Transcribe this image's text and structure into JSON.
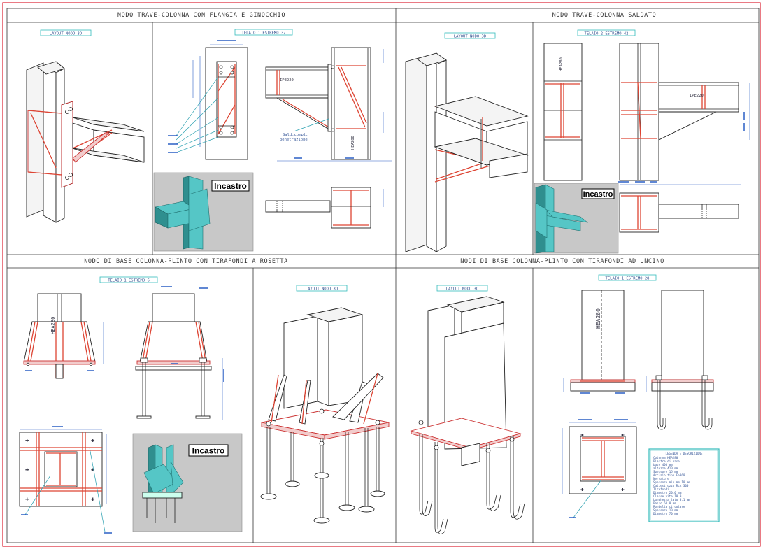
{
  "sections": {
    "s1": "NODO TRAVE-COLONNA CON FLANGIA E GINOCCHIO",
    "s2": "NODO TRAVE-COLONNA SALDATO",
    "s3": "NODO DI BASE COLONNA-PLINTO CON TIRAFONDI A ROSETTA",
    "s4": "NODI DI BASE COLONNA-PLINTO CON TIRAFONDI AD UNCINO"
  },
  "panels": {
    "layout_3d": "LAYOUT NODO 3D",
    "telaio_37": "TELAIO 1 ESTREMO 37",
    "telaio_42": "TELAIO 2 ESTREMO 42",
    "telaio_6": "TELAIO 1 ESTREMO 6",
    "telaio_28": "TELAIO 1 ESTREMO 28"
  },
  "labels": {
    "ipe220": "IPE220",
    "hea280": "HEA280",
    "hea280_vert": "HEA280",
    "weld_note_1": "Sald.compl.",
    "weld_note_2": "penetrazione",
    "incastro": "Incastro"
  },
  "notes_box": [
    "LEGENDA E DESCRIZIONE",
    "Colonna HEA280",
    "Piastra di base",
    "  base 400 mm",
    "  altezza 410 mm",
    "  Spessore 15 mm",
    "  Acciaio tipo Fe360",
    "Nervature",
    "  Spessore min.mm 10 mm",
    "Calcestruzzo Rck 300",
    "Tirafondi",
    "  Diametro 20.0 mm",
    "  Classe vite 10.9",
    "  Lunghezza lato 3.1 mm",
    "  Passo 60.0 mm",
    "Rondella circolare",
    "  Spessore 10 mm",
    "  Diametro 70 mm"
  ],
  "colors": {
    "frame": "#dd2233",
    "steel_red": "#dd4433",
    "dim_blue": "#2a5fc4",
    "callout_cyan": "#2aa0b0",
    "render_cyan": "#55c6c6"
  }
}
